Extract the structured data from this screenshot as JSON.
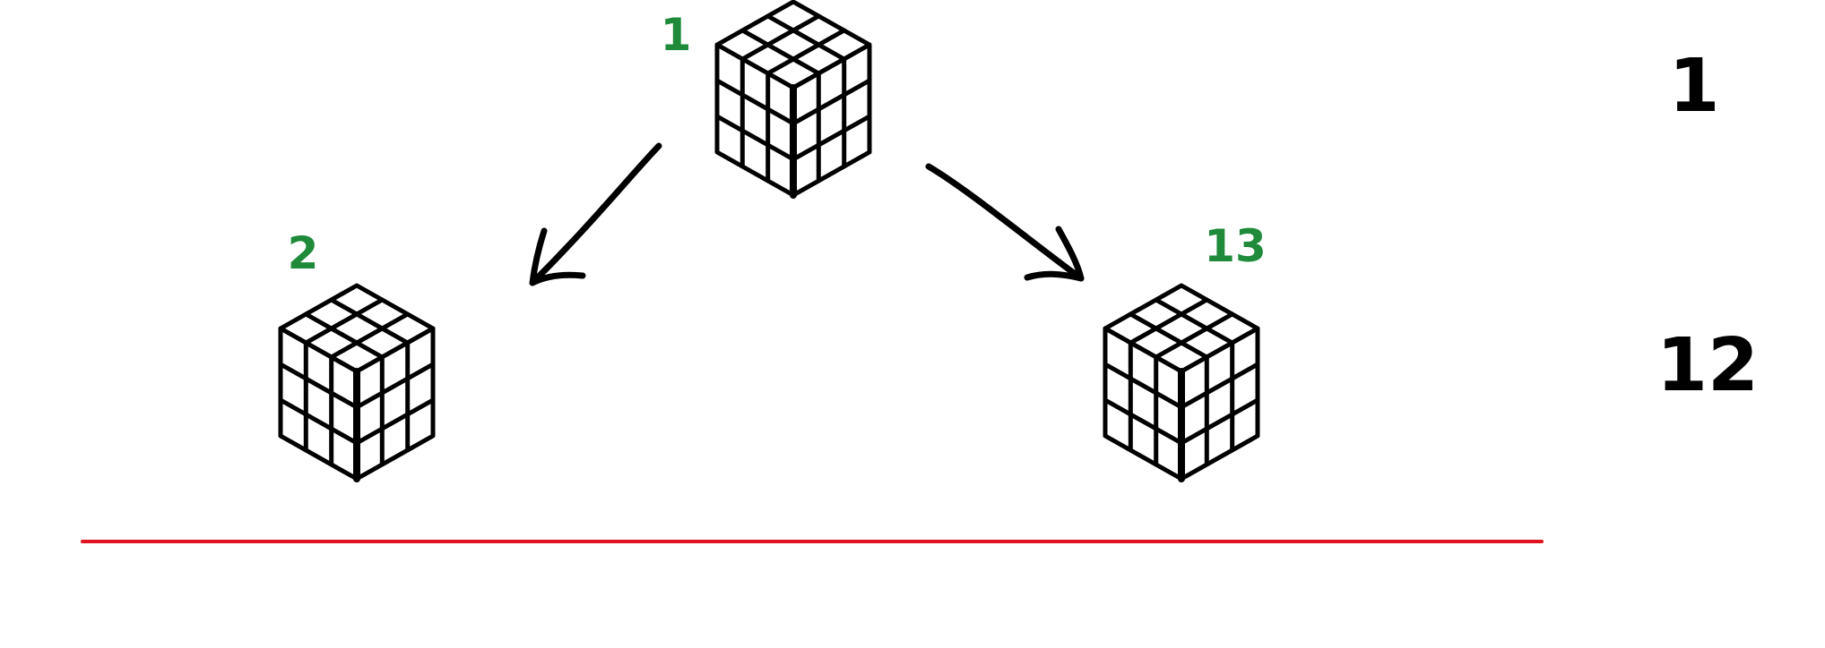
{
  "nodes": [
    {
      "id": "root",
      "label": "1"
    },
    {
      "id": "left-child",
      "label": "2"
    },
    {
      "id": "right-child",
      "label": "13"
    }
  ],
  "edges": [
    {
      "from": "root",
      "to": "left-child"
    },
    {
      "from": "root",
      "to": "right-child"
    }
  ],
  "level_counts": [
    "1",
    "12"
  ],
  "colors": {
    "node_label": "#1e8a3a",
    "count_label": "#000000",
    "arrow": "#000000",
    "divider": "#e0141e",
    "cube_face": "#ffffff",
    "cube_line": "#000000"
  },
  "icons": {
    "node": "rubiks-cube-icon"
  }
}
